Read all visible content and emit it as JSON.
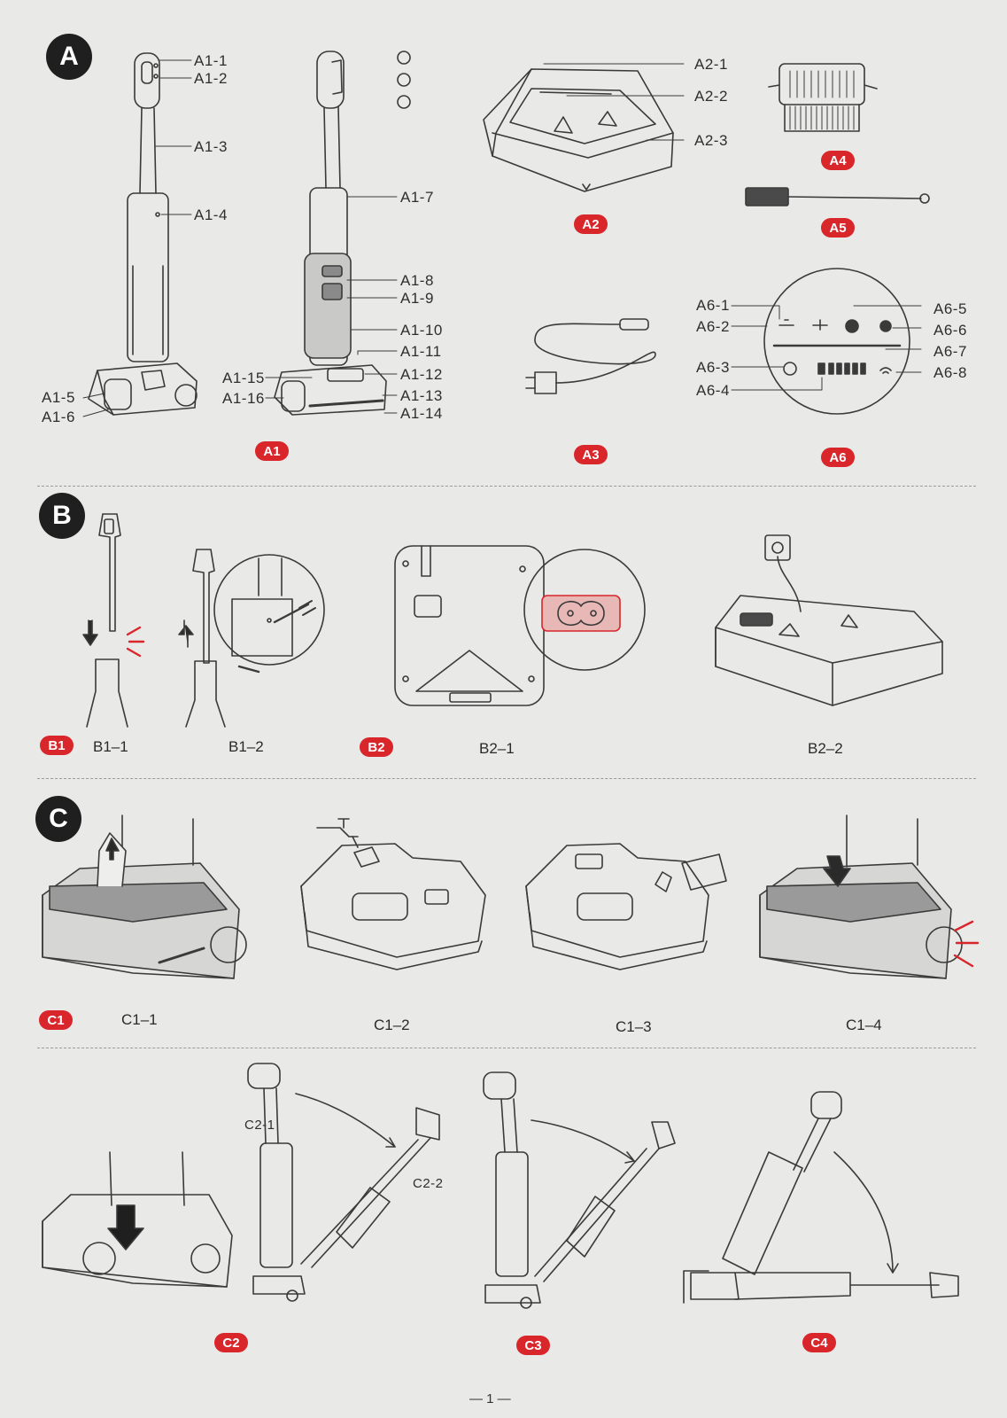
{
  "sections": {
    "a": "A",
    "b": "B",
    "c": "C"
  },
  "labels": {
    "a1_1": "A1-1",
    "a1_2": "A1-2",
    "a1_3": "A1-3",
    "a1_4": "A1-4",
    "a1_5": "A1-5",
    "a1_6": "A1-6",
    "a1_7": "A1-7",
    "a1_8": "A1-8",
    "a1_9": "A1-9",
    "a1_10": "A1-10",
    "a1_11": "A1-11",
    "a1_12": "A1-12",
    "a1_13": "A1-13",
    "a1_14": "A1-14",
    "a1_15": "A1-15",
    "a1_16": "A1-16",
    "a2_1": "A2-1",
    "a2_2": "A2-2",
    "a2_3": "A2-3",
    "a6_1": "A6-1",
    "a6_2": "A6-2",
    "a6_3": "A6-3",
    "a6_4": "A6-4",
    "a6_5": "A6-5",
    "a6_6": "A6-6",
    "a6_7": "A6-7",
    "a6_8": "A6-8",
    "c2_1": "C2-1",
    "c2_2": "C2-2"
  },
  "badges": {
    "a1": "A1",
    "a2": "A2",
    "a3": "A3",
    "a4": "A4",
    "a5": "A5",
    "a6": "A6",
    "b1": "B1",
    "b2": "B2",
    "c1": "C1",
    "c2": "C2",
    "c3": "C3",
    "c4": "C4"
  },
  "captions": {
    "b1_1": "B1–1",
    "b1_2": "B1–2",
    "b2_1": "B2–1",
    "b2_2": "B2–2",
    "c1_1": "C1–1",
    "c1_2": "C1–2",
    "c1_3": "C1–3",
    "c1_4": "C1–4"
  },
  "page_number": "— 1 —",
  "colors": {
    "accent_red": "#d8262b",
    "section_circle": "#1f1f1f",
    "line": "#3a3a3a",
    "paper": "#e9e9e7"
  }
}
